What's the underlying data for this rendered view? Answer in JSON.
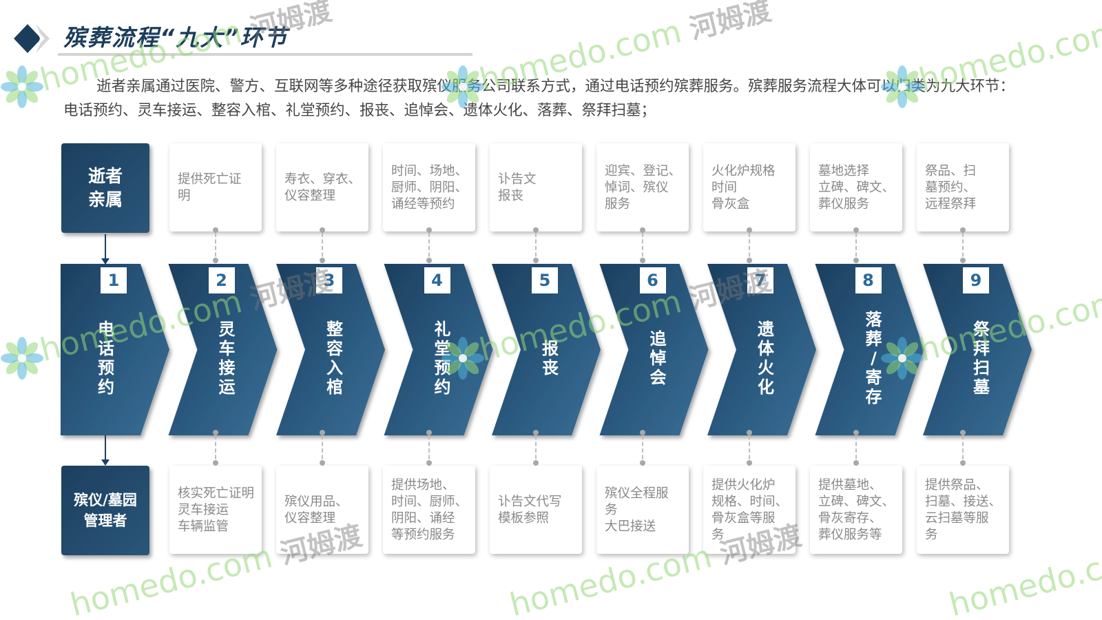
{
  "header": {
    "title": "殡葬流程“九大”环节"
  },
  "intro": "逝者亲属通过医院、警方、互联网等多种途径获取殡仪服务公司联系方式，通过电话预约殡葬服务。殡葬服务流程大体可以归类为九大环节：电话预约、灵车接运、整容入棺、礼堂预约、报丧、追悼会、遗体火化、落葬、祭拜扫墓；",
  "sides": {
    "top": "逝者\n亲属",
    "bottom": "殡仪/墓园\n管理者"
  },
  "steps": [
    {
      "num": "1",
      "label": "电\n话\n预\n约"
    },
    {
      "num": "2",
      "label": "灵\n车\n接\n运"
    },
    {
      "num": "3",
      "label": "整\n容\n入\n棺"
    },
    {
      "num": "4",
      "label": "礼\n堂\n预\n约"
    },
    {
      "num": "5",
      "label": "报\n丧"
    },
    {
      "num": "6",
      "label": "追\n悼\n会"
    },
    {
      "num": "7",
      "label": "遗\n体\n火\n化"
    },
    {
      "num": "8",
      "label": "落\n葬\n/\n寄\n存"
    },
    {
      "num": "9",
      "label": "祭\n拜\n扫\n墓"
    }
  ],
  "top_cards": [
    "提供死亡证\n明",
    "寿衣、穿衣、\n仪容整理",
    "时间、场地、\n厨师、阴阳、\n诵经等预约",
    "讣告文\n报丧",
    "迎宾、登记、\n悼词、殡仪\n服务",
    "火化炉规格\n时间\n骨灰盒",
    "墓地选择\n立碑、碑文、\n葬仪服务",
    "祭品、扫\n墓预约、\n远程祭拜"
  ],
  "bottom_cards": [
    "核实死亡证明\n灵车接运\n车辆监管",
    "殡仪用品、\n仪容整理",
    "提供场地、\n时间、厨师、\n阴阳、诵经\n等预约服务",
    "讣告文代写\n模板参照",
    "殡仪全程服\n务\n大巴接送",
    "提供火化炉\n规格、时间、\n骨灰盒等服\n务",
    "提供墓地、\n立碑、碑文、\n骨灰寄存、\n葬仪服务等",
    "提供祭品、\n扫墓、接送、\n云扫墓等服\n务"
  ],
  "watermark": {
    "en": "homedo.com",
    "cn": "河姆渡"
  },
  "colors": {
    "dark": "#1c3f5f",
    "mid": "#2b5a80",
    "light": "#3a6f96",
    "number": "#2a6a9a"
  },
  "icons": {
    "title": "diamond-chevron-icon",
    "watermark": "flower-logo-icon"
  }
}
